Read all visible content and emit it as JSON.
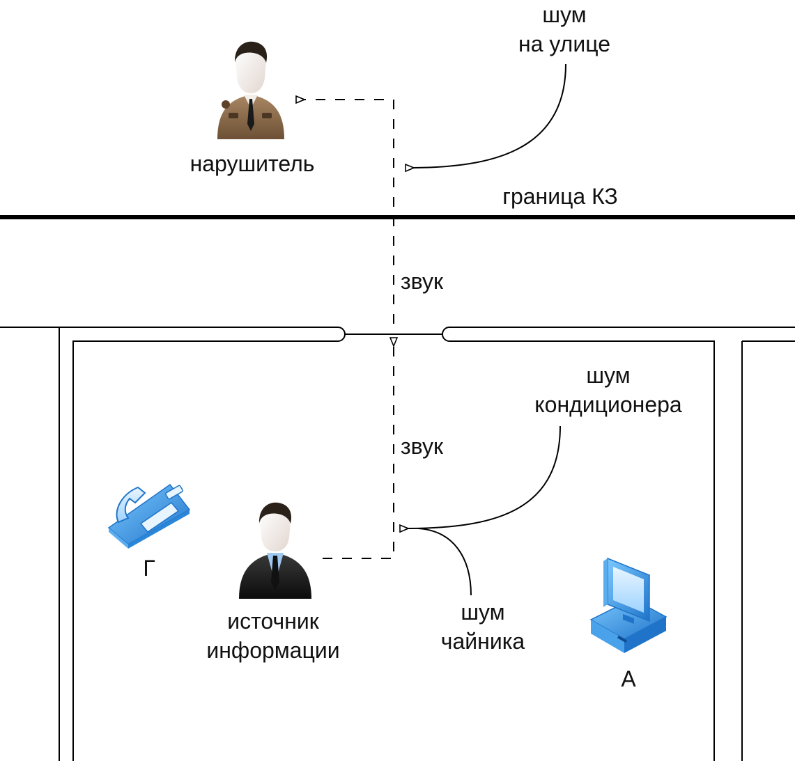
{
  "labels": {
    "intruder": "нарушитель",
    "street_noise": [
      "шум",
      "на улице"
    ],
    "boundary": "граница КЗ",
    "sound_top": "звук",
    "sound_bottom": "звук",
    "ac_noise": [
      "шум",
      "кондиционера"
    ],
    "kettle_noise": [
      "шум",
      "чайника"
    ],
    "info_source": [
      "источник",
      "информации"
    ],
    "phone_letter": "Г",
    "pc_letter": "А"
  },
  "colors": {
    "line": "#000000",
    "intruder_uniform": "#8b6a4a",
    "source_suit": "#1e1e1e",
    "device_blue": "#3a9ee8"
  },
  "icons": {
    "intruder": "guard-person-icon",
    "source": "businessman-icon",
    "phone": "telephone-icon",
    "pc": "computer-icon"
  }
}
